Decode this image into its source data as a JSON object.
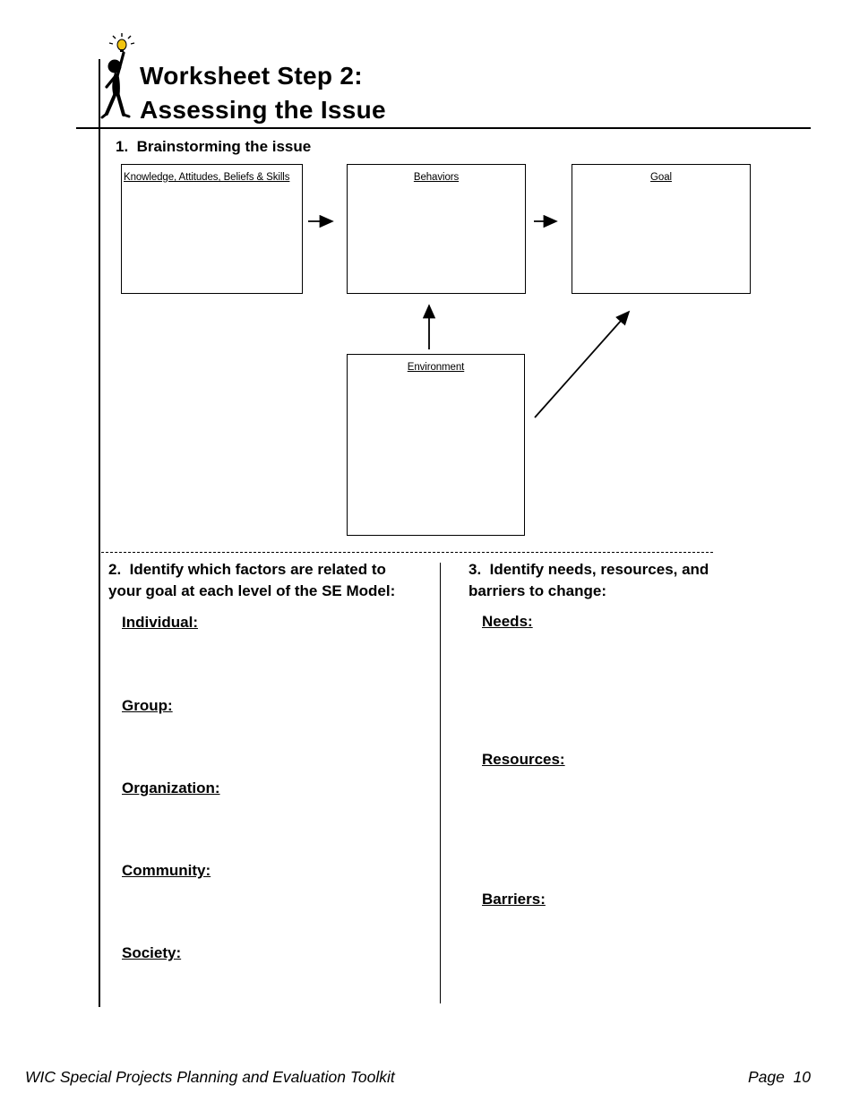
{
  "header": {
    "title_line1": "Worksheet Step 2:",
    "title_line2": "Assessing the Issue"
  },
  "diagram": {
    "heading": "1.  Brainstorming the issue",
    "box_knowledge": "Knowledge, Attitudes, Beliefs & Skills",
    "box_behaviors": "Behaviors",
    "box_goal": "Goal",
    "box_environment": "Environment"
  },
  "section2": {
    "heading_line1": "2.  Identify which factors are related to",
    "heading_line2": "your goal at each level of the SE Model:",
    "labels": [
      "Individual:",
      "Group:",
      "Organization:",
      "Community:",
      "Society:"
    ]
  },
  "section3": {
    "heading_line1": "3.  Identify needs, resources, and",
    "heading_line2": "barriers to change:",
    "labels": [
      "Needs:",
      "Resources:",
      "Barriers:"
    ]
  },
  "footer": {
    "left": "WIC Special Projects Planning and Evaluation Toolkit",
    "right": "Page  10"
  },
  "colors": {
    "ink": "#000000",
    "bulb": "#f2c50f"
  }
}
